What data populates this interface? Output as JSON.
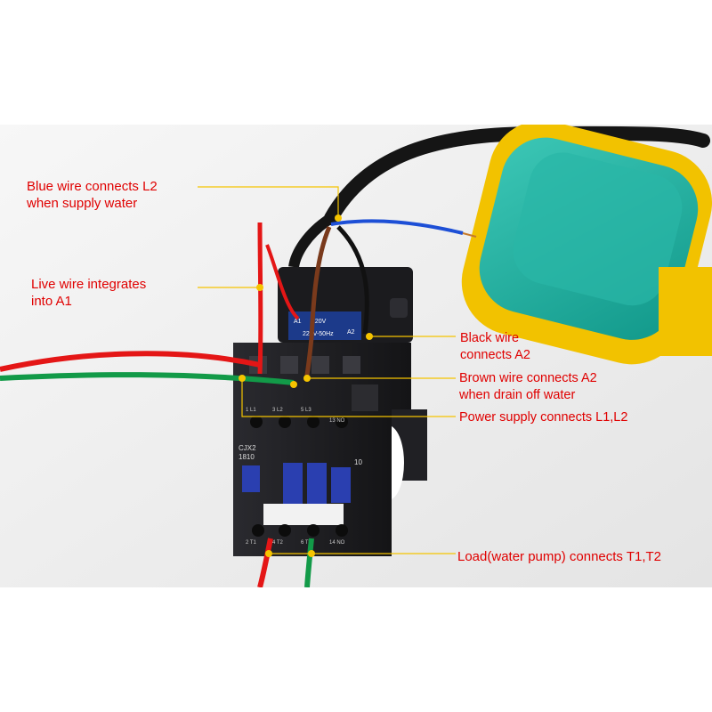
{
  "annotations": {
    "blue_wire": {
      "line1": "Blue wire connects L2",
      "line2": "when supply water"
    },
    "live_wire": {
      "line1": "Live wire integrates",
      "line2": "into A1"
    },
    "black_wire": {
      "line1": "Black wire",
      "line2": "connects A2"
    },
    "brown_wire": {
      "line1": "Brown wire connects A2",
      "line2": "when drain off water"
    },
    "power_supply": {
      "line1": "Power supply connects L1,L2"
    },
    "load": {
      "line1": "Load(water pump) connects T1,T2"
    }
  },
  "contactor": {
    "coil_voltage": "220V",
    "coil_freq": "220V-50Hz",
    "coil_a1": "A1",
    "coil_a2": "A2",
    "model": "CJX2",
    "rating": "1810",
    "aux_number": "10",
    "top_terminals": [
      "1  L1",
      "3  L2",
      "5  L3",
      "13 NO"
    ],
    "bottom_terminals": [
      "2  T1",
      "4  T2",
      "6  T3",
      "14 NO"
    ]
  },
  "colors": {
    "annotation_text": "#e00000",
    "leader_line": "#f5c400",
    "float_green": "#1aa898",
    "float_yellow": "#f2c200",
    "contactor_body": "#1e1e22",
    "contactor_blue": "#2a3fb0",
    "wire_red": "#e41616",
    "wire_green": "#129a48",
    "wire_blue": "#1d4fd6",
    "wire_brown": "#7a3a1c"
  }
}
